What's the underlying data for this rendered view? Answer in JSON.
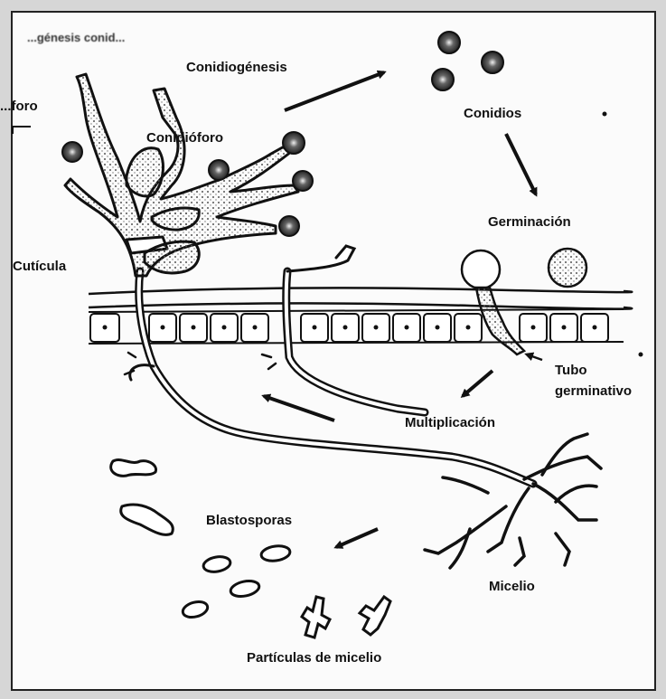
{
  "labels": {
    "cropped_top": "...génesis conid...",
    "cropped_left": "...foro",
    "conidiogenesis": "Conidiogénesis",
    "conidios": "Conidios",
    "conidioforo": "Conidióforo",
    "germinacion": "Germinación",
    "cuticula": "Cutícula",
    "tubo_line1": "Tubo",
    "tubo_line2": "germinativo",
    "multiplicacion": "Multiplicación",
    "blastosporas": "Blastosporas",
    "micelio": "Micelio",
    "particulas": "Partículas de micelio"
  },
  "colors": {
    "background": "#fbfbfb",
    "ink": "#111111",
    "stipple": "#555555"
  }
}
